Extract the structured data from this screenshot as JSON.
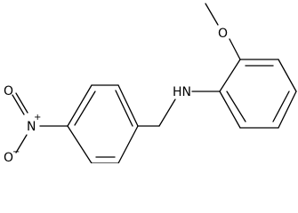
{
  "molecule": {
    "atoms": {
      "nitrogen_nitro": "N",
      "oxygen_nitro_top": "O",
      "oxygen_nitro_bottom": "O",
      "amine": "HN",
      "oxygen_ether": "O"
    },
    "charges": {
      "nitrogen_nitro": "+",
      "oxygen_nitro_bottom": "−"
    }
  }
}
